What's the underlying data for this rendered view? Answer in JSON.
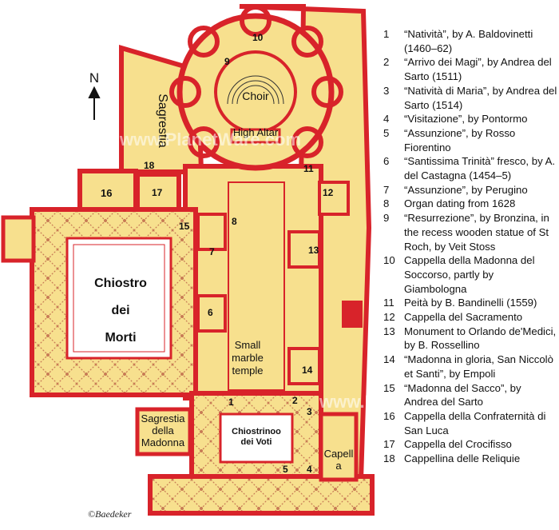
{
  "colors": {
    "wall": "#d8232a",
    "floor": "#f7e08e",
    "courtyard": "#ffffff",
    "pattern": "#c77a55"
  },
  "north_label": "N",
  "rooms": {
    "sagrestia": "Sagrestia",
    "choir": "Choir",
    "high_altar": "High Altar",
    "chiostro_dei_morti": [
      "Chiostro",
      "dei",
      "Morti"
    ],
    "small_temple": [
      "Small",
      "marble",
      "temple"
    ],
    "chiostrino": [
      "Chiostrinoo",
      "dei Voti"
    ],
    "sagrestia_madonna": [
      "Sagrestia",
      "della",
      "Madonna"
    ],
    "cappella": [
      "Capell",
      "a"
    ]
  },
  "numbers": {
    "n1": "1",
    "n2": "2",
    "n3": "3",
    "n4": "4",
    "n5": "5",
    "n6": "6",
    "n7": "7",
    "n8": "8",
    "n9": "9",
    "n10": "10",
    "n11": "11",
    "n12": "12",
    "n13": "13",
    "n14": "14",
    "n15": "15",
    "n16": "16",
    "n17": "17",
    "n18": "18"
  },
  "legend": [
    {
      "num": "1",
      "text": "“Natività”, by A. Baldovinetti (1460–62)"
    },
    {
      "num": "2",
      "text": "“Arrivo dei Magi”, by Andrea del Sarto (1511)"
    },
    {
      "num": "3",
      "text": "“Natività di Maria”, by Andrea del Sarto (1514)"
    },
    {
      "num": "4",
      "text": "“Visitazione”, by Pontormo"
    },
    {
      "num": "5",
      "text": "“Assunzione”, by Rosso Fiorentino"
    },
    {
      "num": "6",
      "text": "“Santissima Trinità” fresco, by A. del Castagna (1454–5)"
    },
    {
      "num": "7",
      "text": "“Assunzione”, by Perugino"
    },
    {
      "num": "8",
      "text": "Organ dating from 1628"
    },
    {
      "num": "9",
      "text": "“Resurrezione”, by Bronzina, in the recess wooden statue of St Roch, by Veit Stoss"
    },
    {
      "num": "10",
      "text": "Cappella della Madonna del Soccorso, partly by Giambologna"
    },
    {
      "num": "11",
      "text": "Peità by B. Bandinelli (1559)"
    },
    {
      "num": "12",
      "text": "Cappella del Sacramento"
    },
    {
      "num": "13",
      "text": "Monument to Orlando de'Medici, by B. Rossellino"
    },
    {
      "num": "14",
      "text": "“Madonna in gloria, San Niccolò et Santi”, by Empoli"
    },
    {
      "num": "15",
      "text": "“Madonna del Sacco”, by Andrea del Sarto"
    },
    {
      "num": "16",
      "text": "Cappella della Confraternità di San Luca"
    },
    {
      "num": "17",
      "text": "Cappella del Crocifisso"
    },
    {
      "num": "18",
      "text": "Cappellina delle Reliquie"
    }
  ],
  "watermark": "www.PlanetWare.com",
  "copyright": "©Baedeker"
}
